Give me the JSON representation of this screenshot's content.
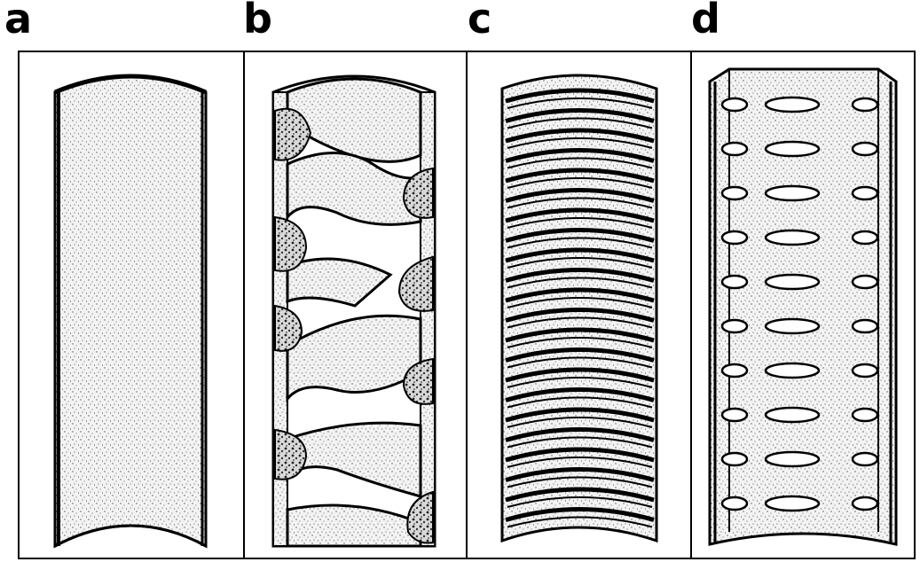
{
  "panels": [
    {
      "label": "a",
      "description": "plain-tube"
    },
    {
      "label": "b",
      "description": "helical-thickening-with-bands"
    },
    {
      "label": "c",
      "description": "annular-rings"
    },
    {
      "label": "d",
      "description": "pitted-wall"
    }
  ]
}
